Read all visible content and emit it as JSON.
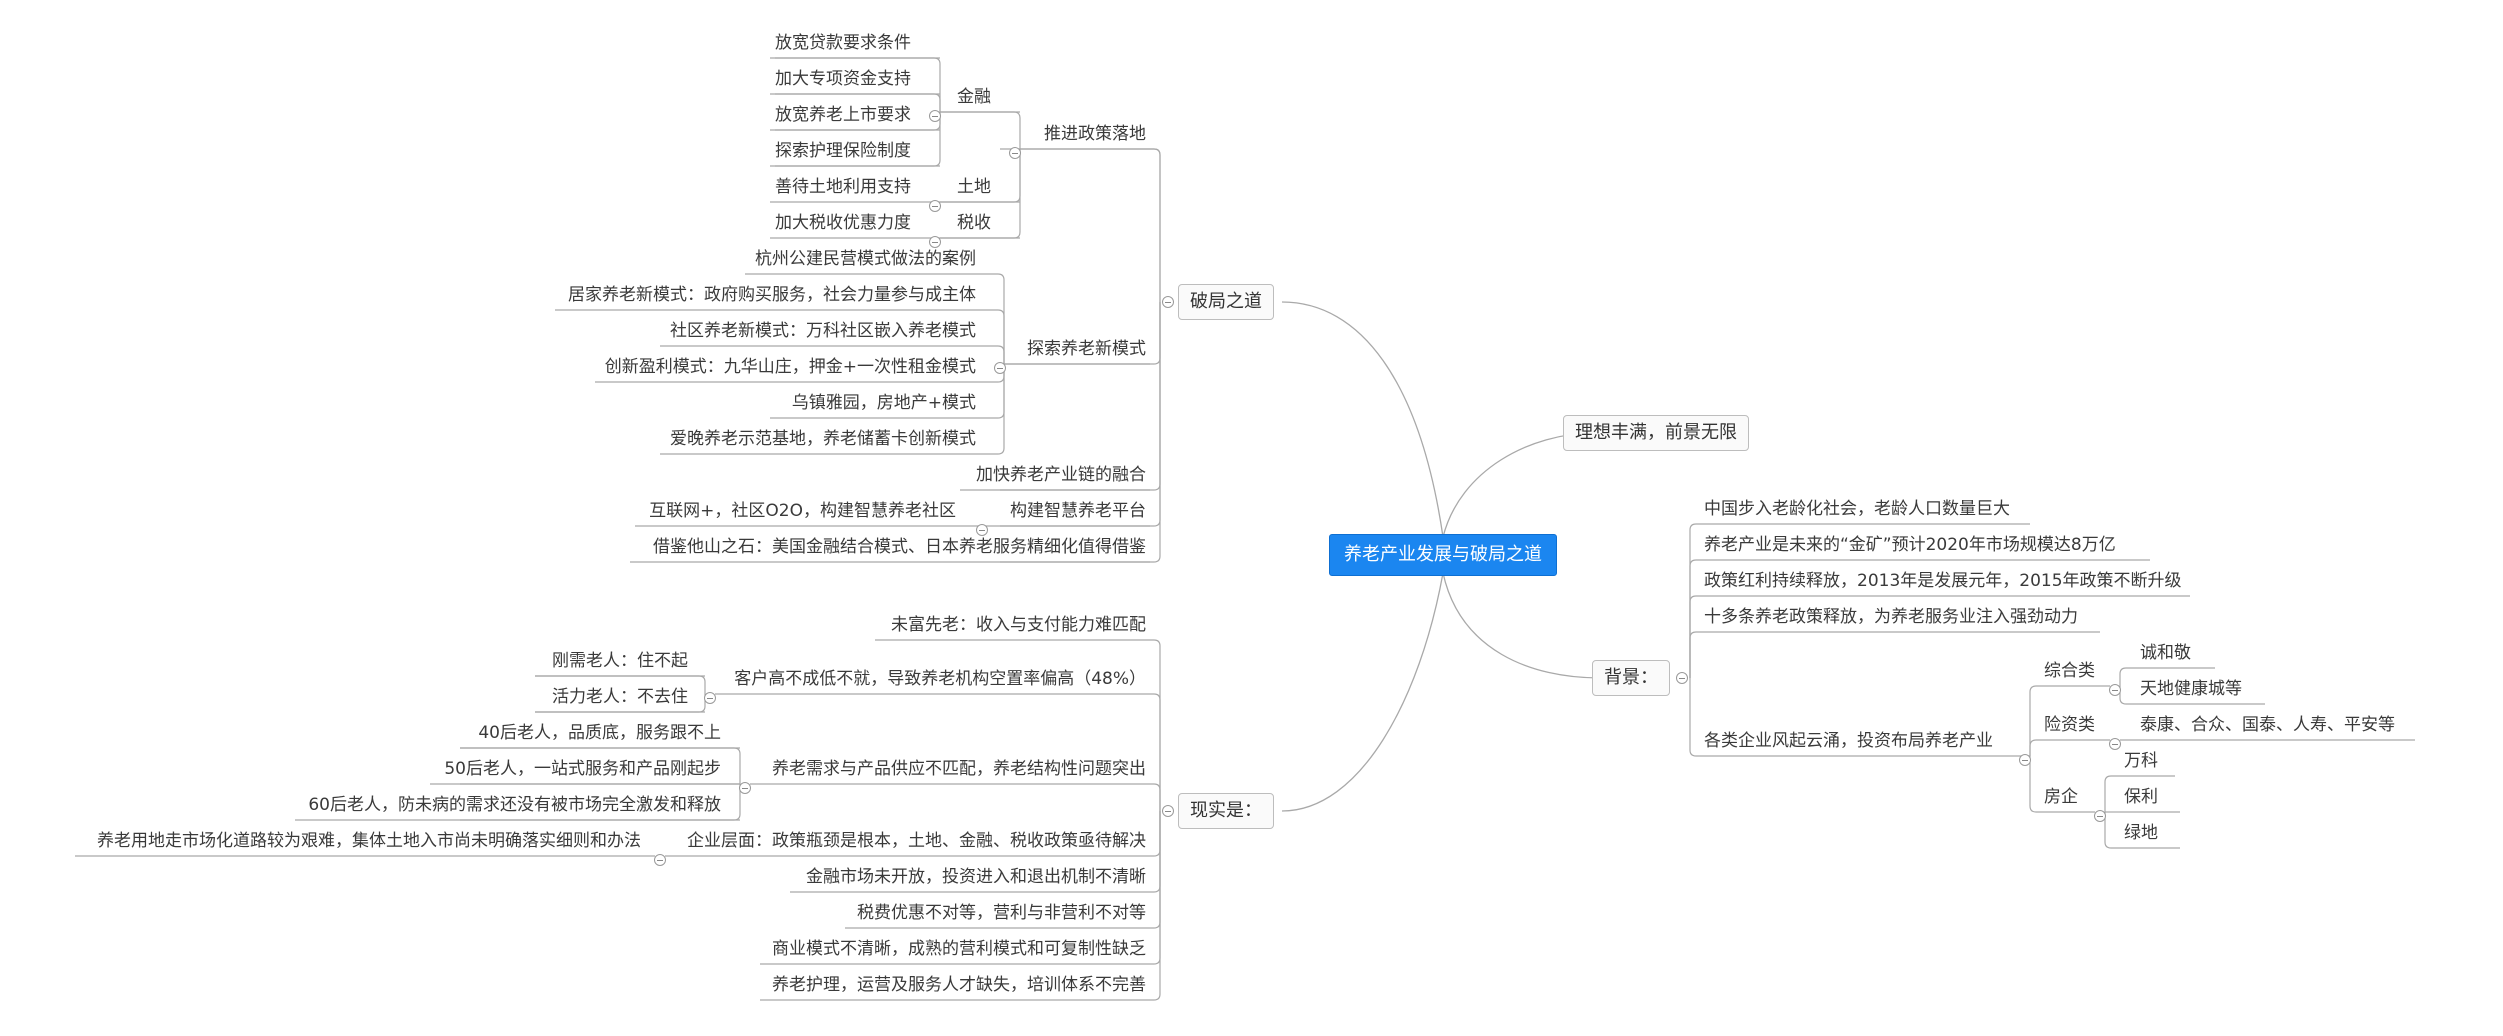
{
  "root": "养老产业发展与破局之道",
  "main": {
    "pojiu": "破局之道",
    "lixiang": "理想丰满，前景无限",
    "beijing": "背景：",
    "xianshi": "现实是："
  },
  "pojiu": {
    "tuijin": "推进政策落地",
    "jinrong": "金融",
    "jinrong_items": [
      "放宽贷款要求条件",
      "加大专项资金支持",
      "放宽养老上市要求",
      "探索护理保险制度"
    ],
    "tudi": "土地",
    "tudi_item": "善待土地利用支持",
    "shuishou": "税收",
    "shuishou_item": "加大税收优惠力度",
    "tansuo": "探索养老新模式",
    "tansuo_items": [
      "杭州公建民营模式做法的案例",
      "居家养老新模式：政府购买服务，社会力量参与成主体",
      "社区养老新模式：万科社区嵌入养老模式",
      "创新盈利模式：九华山庄，押金+一次性租金模式",
      "乌镇雅园，房地产+模式",
      "爱晚养老示范基地，养老储蓄卡创新模式"
    ],
    "jiakuai": "加快养老产业链的融合",
    "goujian": "构建智慧养老平台",
    "goujian_item": "互联网+，社区O2O，构建智慧养老社区",
    "jiejian": "借鉴他山之石：美国金融结合模式、日本养老服务精细化值得借鉴"
  },
  "beijing": {
    "items": [
      "中国步入老龄化社会，老龄人口数量巨大",
      "养老产业是未来的“金矿”预计2020年市场规模达8万亿",
      "政策红利持续释放，2013年是发展元年，2015年政策不断升级",
      "十多条养老政策释放，为养老服务业注入强劲动力"
    ],
    "qiye": "各类企业风起云涌，投资布局养老产业",
    "zonghe": "综合类",
    "zonghe_items": [
      "诚和敬",
      "天地健康城等"
    ],
    "xianzi": "险资类",
    "xianzi_item": "泰康、合众、国泰、人寿、平安等",
    "fangqi": "房企",
    "fangqi_items": [
      "万科",
      "保利",
      "绿地"
    ]
  },
  "xianshi": {
    "weifu": "未富先老：收入与支付能力难匹配",
    "kehu": "客户高不成低不就，导致养老机构空置率偏高（48%）",
    "kehu_items": [
      "刚需老人：住不起",
      "活力老人：不去住"
    ],
    "xuqiu": "养老需求与产品供应不匹配，养老结构性问题突出",
    "xuqiu_items": [
      "40后老人，品质底，服务跟不上",
      "50后老人，一站式服务和产品刚起步",
      "60后老人，防未病的需求还没有被市场完全激发和释放"
    ],
    "qiye": "企业层面：政策瓶颈是根本，土地、金融、税收政策亟待解决",
    "qiye_item": "养老用地走市场化道路较为艰难，集体土地入市尚未明确落实细则和办法",
    "others": [
      "金融市场未开放，投资进入和退出机制不清晰",
      "税费优惠不对等，营利与非营利不对等",
      "商业模式不清晰，成熟的营利模式和可复制性缺乏",
      "养老护理，运营及服务人才缺失，培训体系不完善"
    ]
  }
}
